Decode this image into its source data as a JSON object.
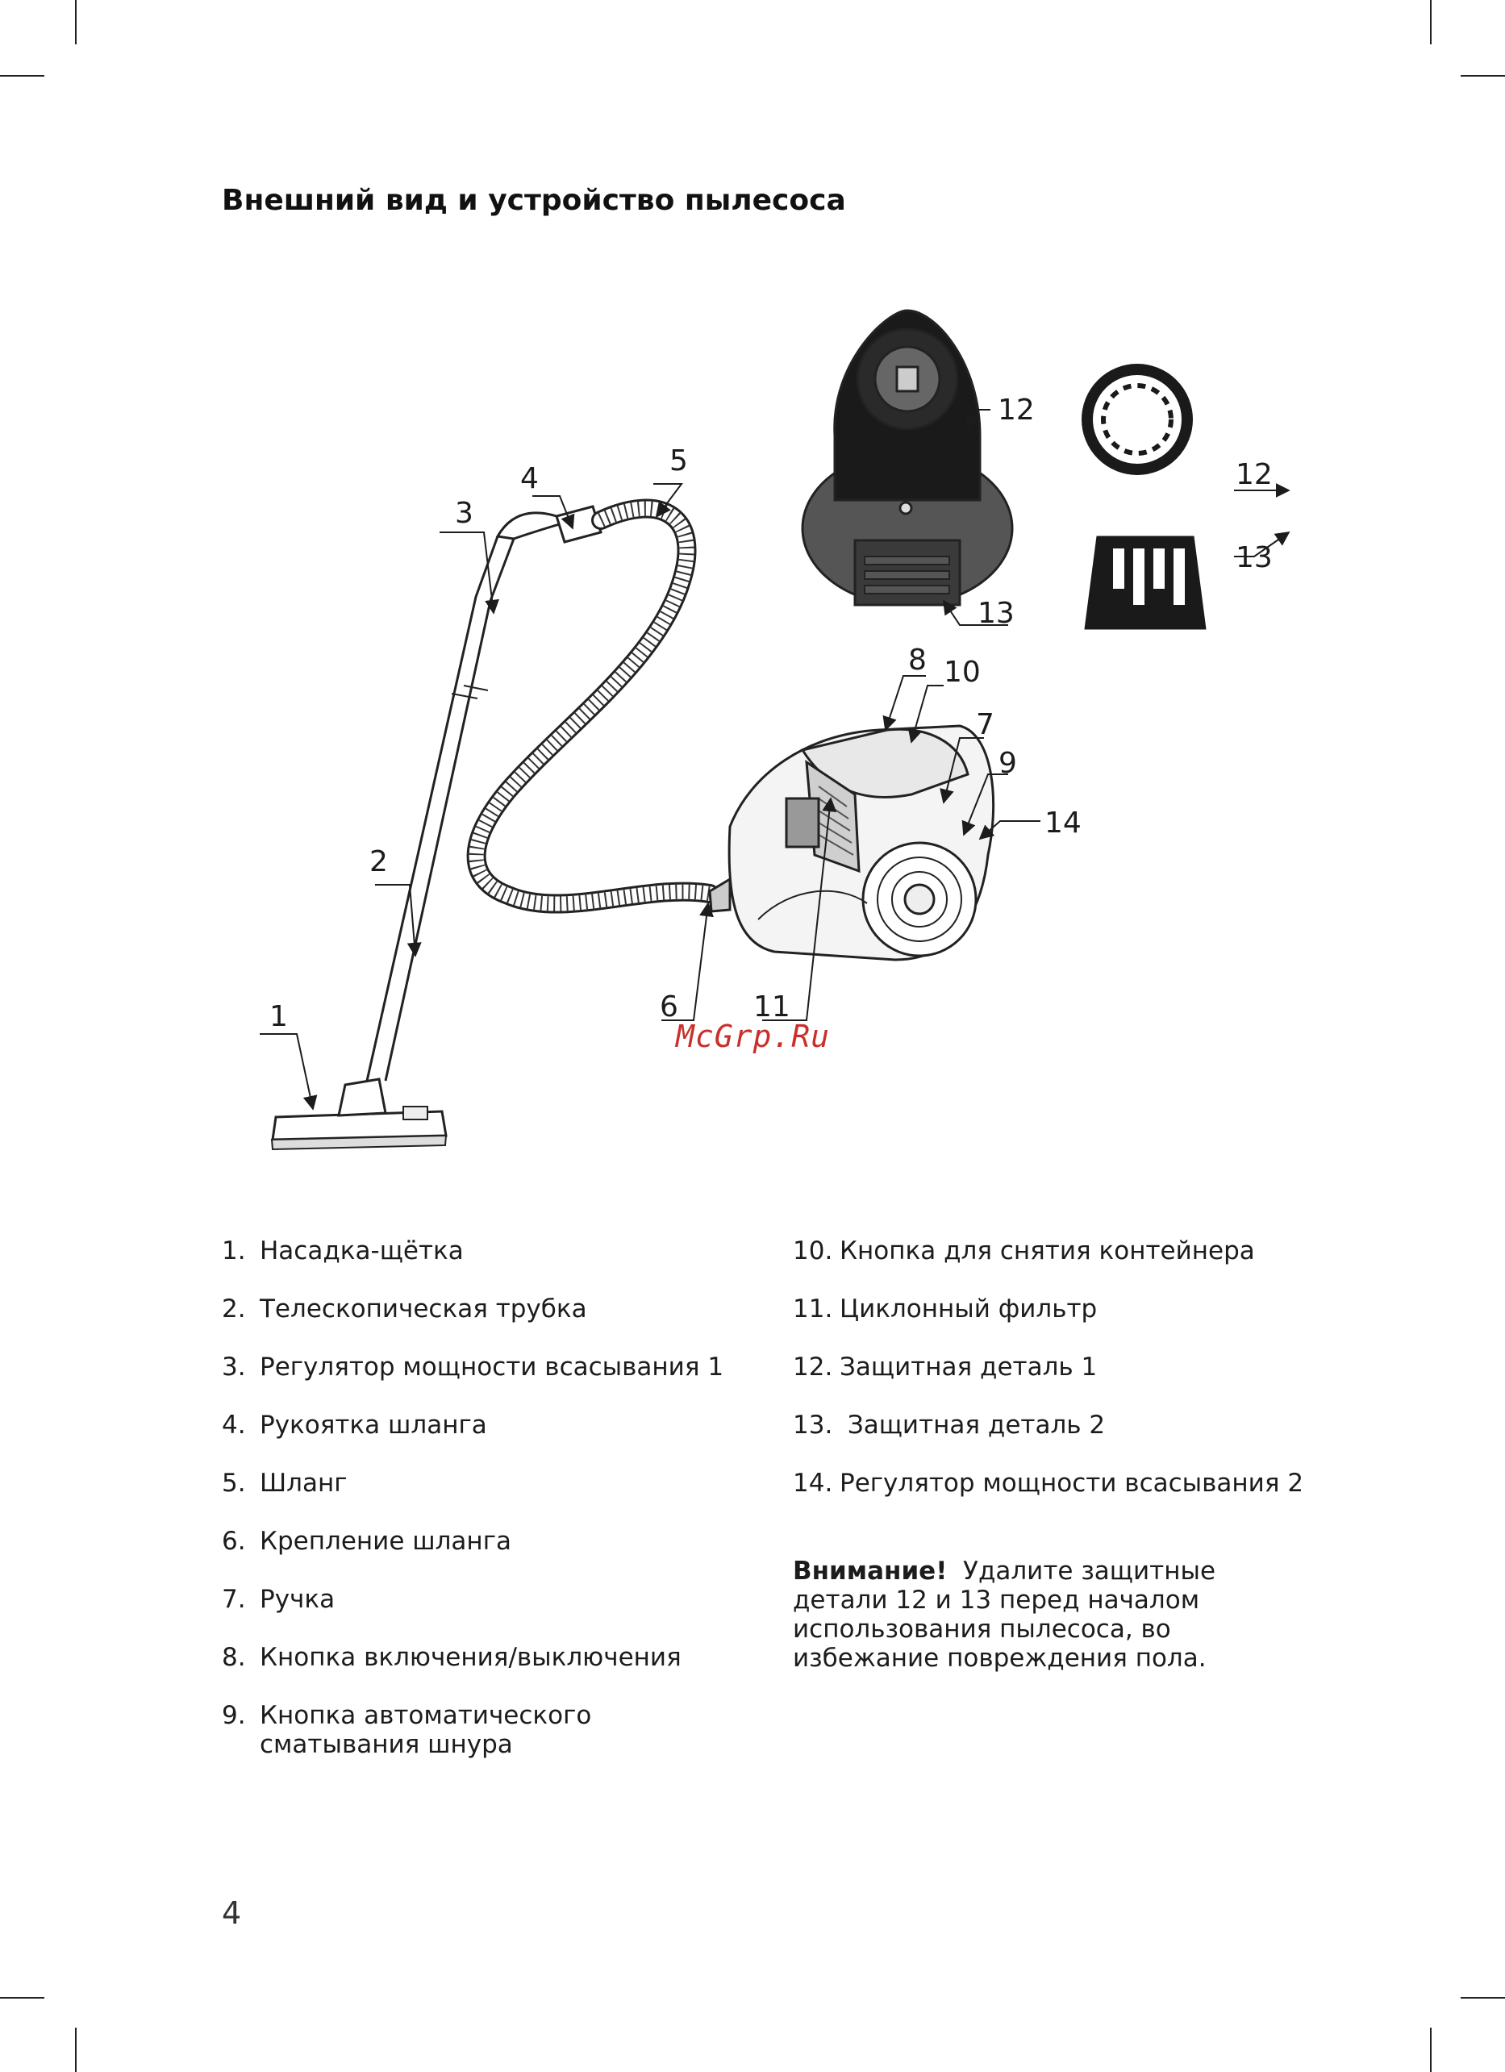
{
  "title": "Внешний вид и устройство пылесоса",
  "diagram": {
    "callouts": [
      "1",
      "2",
      "3",
      "4",
      "5",
      "6",
      "7",
      "8",
      "9",
      "10",
      "11",
      "12",
      "12",
      "13",
      "13",
      "14"
    ],
    "watermark": "McGrp.Ru"
  },
  "legend_left": [
    {
      "num": "1.",
      "text": "Насадка-щётка"
    },
    {
      "num": "2.",
      "text": "Телескопическая трубка"
    },
    {
      "num": "3.",
      "text": "Регулятор мощности всасывания 1"
    },
    {
      "num": "4.",
      "text": "Рукоятка шланга"
    },
    {
      "num": "5.",
      "text": "Шланг"
    },
    {
      "num": "6.",
      "text": "Крепление шланга"
    },
    {
      "num": "7.",
      "text": "Ручка"
    },
    {
      "num": "8.",
      "text": "Кнопка включения/выключения"
    },
    {
      "num": "9.",
      "text": "Кнопка автоматического сматывания шнура"
    }
  ],
  "legend_right": [
    {
      "num": "10.",
      "text": "Кнопка для снятия контейнера"
    },
    {
      "num": "11.",
      "text": "Циклонный фильтр"
    },
    {
      "num": "12.",
      "text": "Защитная деталь 1"
    },
    {
      "num": "13.",
      "text": " Защитная деталь 2"
    },
    {
      "num": "14.",
      "text": "Регулятор мощности всасывания 2"
    }
  ],
  "warning": {
    "label": "Внимание!",
    "text": "Удалите защитные детали 12 и 13 перед началом использования пылесоса, во избежание повреждения пола."
  },
  "page_number": "4"
}
